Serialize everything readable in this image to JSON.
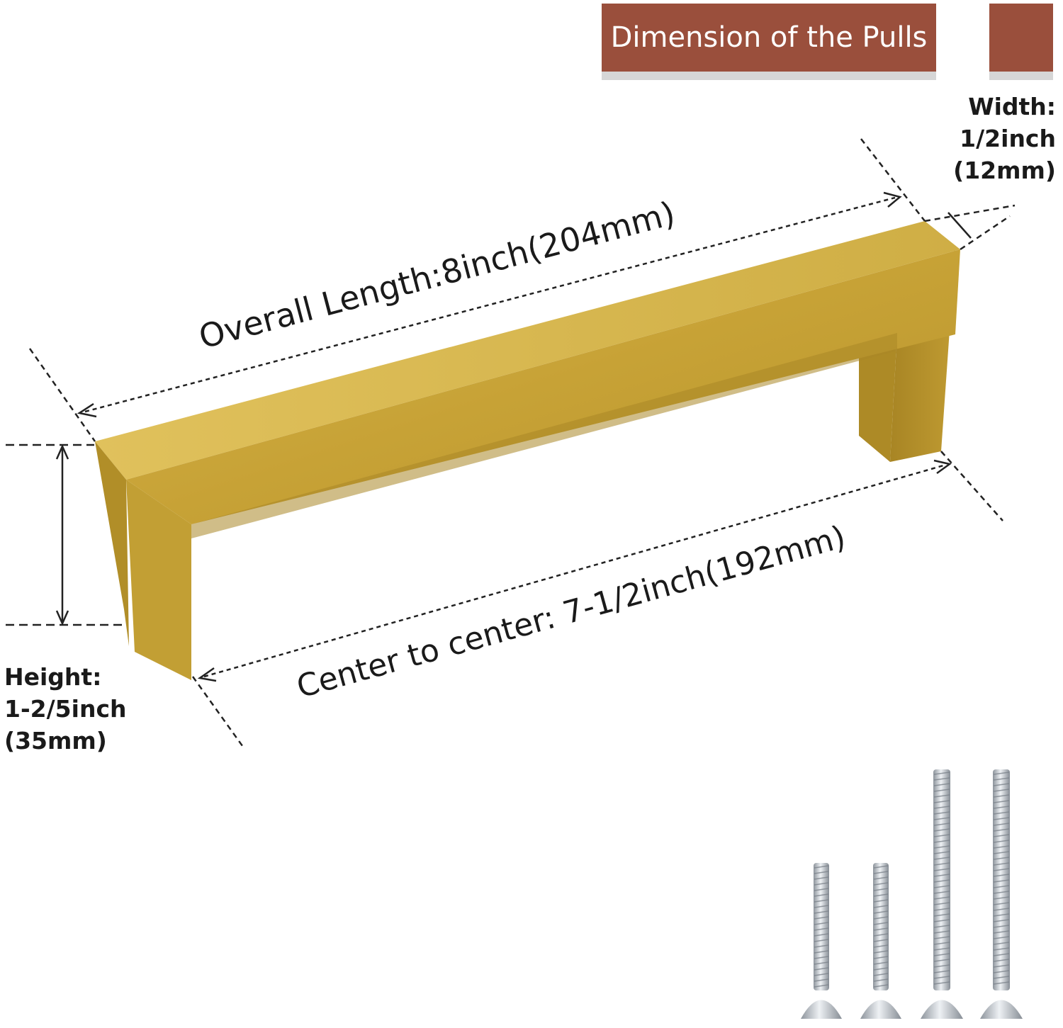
{
  "banner": {
    "title": "Dimension of the Pulls"
  },
  "dimensions": {
    "overall_length": "Overall Length:8inch(204mm)",
    "center_to_center": "Center to center: 7-1/2inch(192mm)",
    "width": {
      "label": "Width:",
      "inch": "1/2inch",
      "mm": "(12mm)"
    },
    "height": {
      "label": "Height:",
      "inch": "1-2/5inch",
      "mm": "(35mm)"
    }
  },
  "colors": {
    "banner": "#9a4f3c",
    "banner_shadow": "#d6d6d6",
    "brass_front": "#c9a437",
    "brass_top": "#d8b54a",
    "brass_side": "#b48f27",
    "text": "#1a1a1a",
    "screw": "#c8cdd3"
  },
  "icons": {
    "product": "gold-cabinet-pull",
    "hardware": "mounting-screws"
  }
}
